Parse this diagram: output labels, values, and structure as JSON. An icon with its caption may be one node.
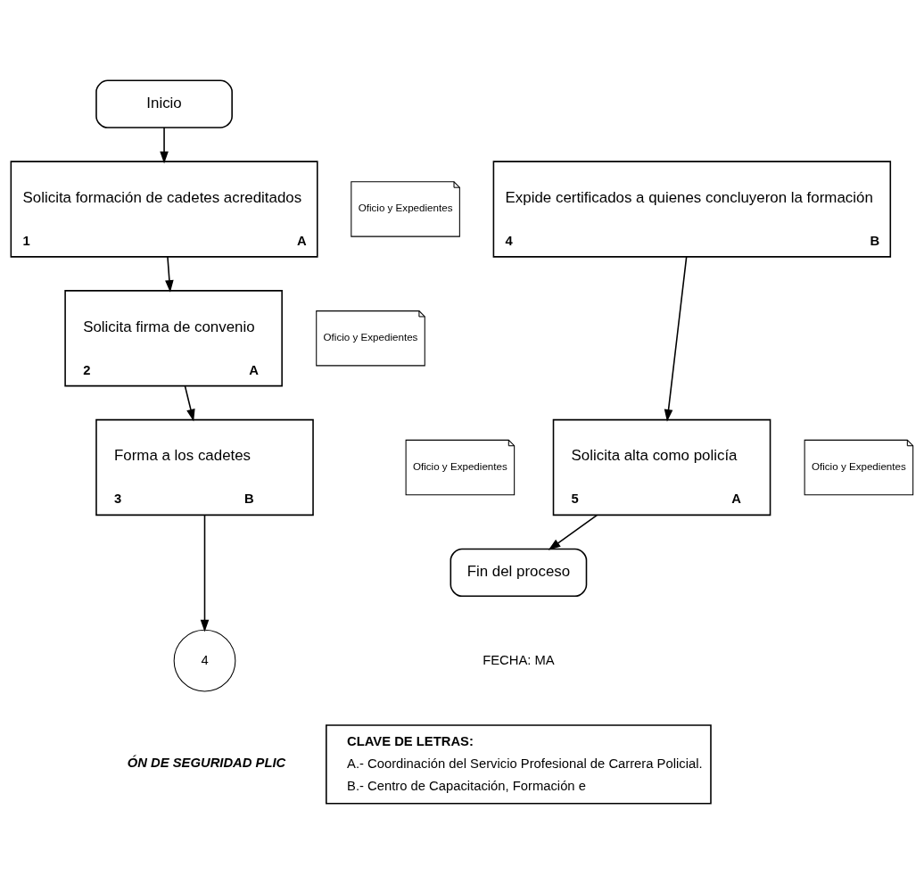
{
  "diagram": {
    "nodes": [
      {
        "text": [
          "Inicio"
        ]
      },
      {
        "text": [
          "Solicita formación de cadetes acreditados",
          "1",
          "A"
        ]
      },
      {
        "text": [
          "Oficio y Expedientes"
        ]
      },
      {
        "text": [
          "Solicita firma de convenio",
          "2",
          "A"
        ]
      },
      {
        "text": [
          "Oficio y Expedientes"
        ]
      },
      {
        "text": [
          "Forma a los cadetes",
          "3",
          "B"
        ]
      },
      {
        "text": [
          "Oficio y Expedientes"
        ]
      },
      {
        "text": [
          "4"
        ]
      },
      {
        "text": [
          "Expide certificados a quienes concluyeron la formación",
          "4",
          "B"
        ]
      },
      {
        "text": [
          "Solicita alta como policía",
          "5",
          "A"
        ]
      },
      {
        "text": [
          "Oficio y Expedientes"
        ]
      },
      {
        "text": [
          "Fin del proceso"
        ]
      },
      {
        "text": [
          "CLAVE DE LETRAS:",
          "A.- Coordinación del Servicio Profesional de Carrera Policial.",
          "B.- Centro de Capacitación, Formación e"
        ]
      }
    ],
    "edges": [
      {
        "from": 0,
        "to": 1,
        "arrow": "to"
      },
      {
        "from": 1,
        "to": 3,
        "arrow": "to"
      },
      {
        "from": 3,
        "to": 5,
        "arrow": "to"
      },
      {
        "from": 5,
        "to": 7,
        "arrow": "to"
      },
      {
        "from": 8,
        "to": 9,
        "arrow": "to"
      },
      {
        "from": 9,
        "to": 11,
        "arrow": "to"
      }
    ],
    "labels": [
      "FECHA: MA",
      "ÓN DE SEGURIDAD PLIC"
    ]
  }
}
